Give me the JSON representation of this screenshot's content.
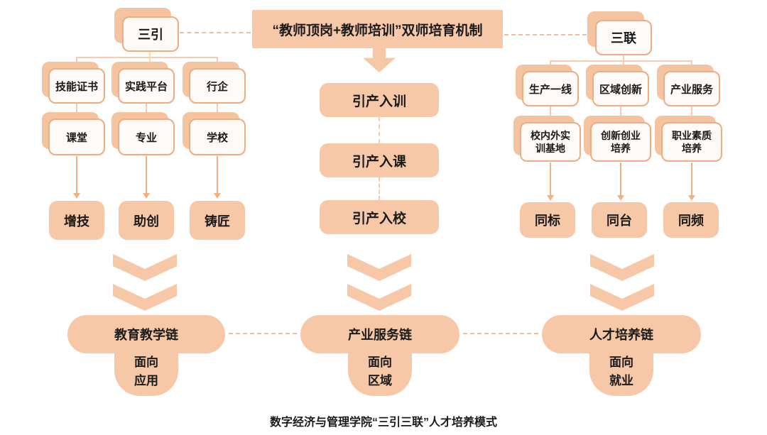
{
  "header": {
    "label": "“教师顶岗+教师培训”双师培育机制"
  },
  "roots": {
    "left": "三引",
    "right": "三联"
  },
  "left_branch": {
    "columns": [
      {
        "source": "技能证书",
        "via": "课堂",
        "result": "增技"
      },
      {
        "source": "实践平台",
        "via": "专业",
        "result": "助创"
      },
      {
        "source": "行企",
        "via": "学校",
        "result": "铸匠"
      }
    ]
  },
  "center_flow": {
    "steps": [
      {
        "label": "引产入训"
      },
      {
        "label": "引产入课"
      },
      {
        "label": "引产入校"
      }
    ]
  },
  "right_branch": {
    "columns": [
      {
        "source": "生产一线",
        "via": "校内外实\n训基地",
        "result": "同标"
      },
      {
        "source": "区域创新",
        "via": "创新创业\n培养",
        "result": "同台"
      },
      {
        "source": "产业服务",
        "via": "职业素质\n培养",
        "result": "同频"
      }
    ]
  },
  "chains": [
    {
      "label": "教育教学链",
      "focus": "面向\n应用"
    },
    {
      "label": "产业服务链",
      "focus": "面向\n区域"
    },
    {
      "label": "人才培养链",
      "focus": "面向\n就业"
    }
  ],
  "caption": "数字经济与管理学院“三引三联”人才培养模式",
  "colors": {
    "salmon_fill": "#F6C8A7",
    "box_shadow": "#F4C3A0",
    "box_border": "#F0AC80",
    "box_background": "#FEFAF7",
    "connector_line": "#F8CBAD",
    "arrow_line": "#F3B183",
    "yellow_connector": "#FFE18A",
    "text": "#1A1A1A"
  }
}
